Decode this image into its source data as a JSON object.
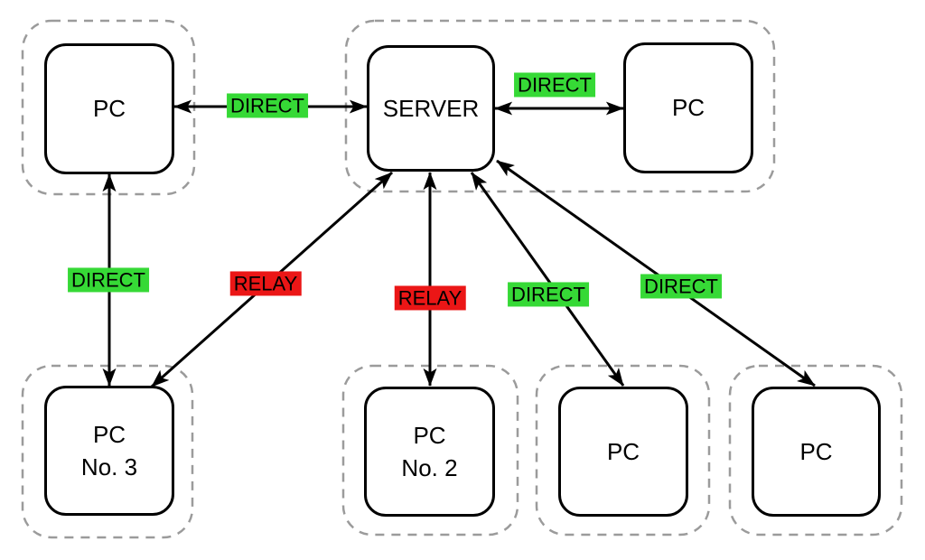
{
  "diagram": {
    "description": "Network topology diagram with SERVER and PC nodes connected by DIRECT and RELAY links"
  },
  "colors": {
    "direct": "#36d936",
    "relay": "#eb1616",
    "line": "#000000",
    "node_border": "#000000",
    "group_border": "#9b9b9b",
    "background": "#ffffff",
    "text": "#000000"
  },
  "nodes": [
    {
      "id": "pc-top-left",
      "lines": [
        "PC"
      ]
    },
    {
      "id": "server",
      "lines": [
        "SERVER"
      ]
    },
    {
      "id": "pc-top-right",
      "lines": [
        "PC"
      ]
    },
    {
      "id": "pc-no-3",
      "lines": [
        "PC",
        "No. 3"
      ]
    },
    {
      "id": "pc-no-2",
      "lines": [
        "PC",
        "No. 2"
      ]
    },
    {
      "id": "pc-bottom-third",
      "lines": [
        "PC"
      ]
    },
    {
      "id": "pc-bottom-fourth",
      "lines": [
        "PC"
      ]
    }
  ],
  "edges": [
    {
      "from": "pc-top-left",
      "to": "server",
      "type": "direct",
      "label": "DIRECT"
    },
    {
      "from": "server",
      "to": "pc-top-right",
      "type": "direct",
      "label": "DIRECT"
    },
    {
      "from": "pc-top-left",
      "to": "pc-no-3",
      "type": "direct",
      "label": "DIRECT"
    },
    {
      "from": "server",
      "to": "pc-no-3",
      "type": "relay",
      "label": "RELAY"
    },
    {
      "from": "server",
      "to": "pc-no-2",
      "type": "relay",
      "label": "RELAY"
    },
    {
      "from": "server",
      "to": "pc-bottom-third",
      "type": "direct",
      "label": "DIRECT"
    },
    {
      "from": "server",
      "to": "pc-bottom-fourth",
      "type": "direct",
      "label": "DIRECT"
    }
  ]
}
